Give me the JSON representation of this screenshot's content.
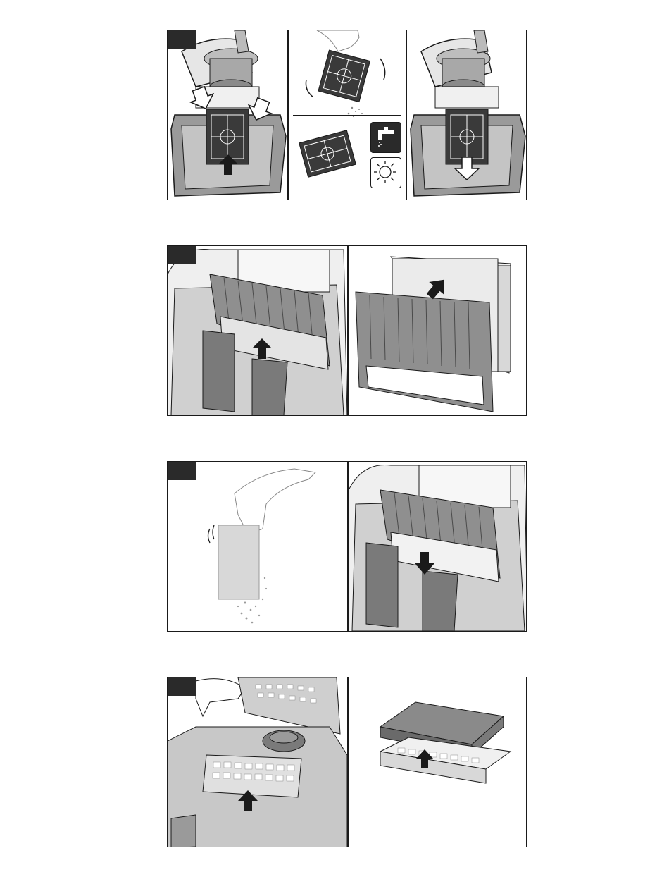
{
  "document": {
    "page_width": 950,
    "page_height": 1244,
    "steps": [
      {
        "id": 1,
        "illustration": "filter-grille-remove-tap-wash-dry-reinsert",
        "icons": [
          "tap-icon",
          "sun-icon"
        ]
      },
      {
        "id": 2,
        "illustration": "motor-protection-filter-remove"
      },
      {
        "id": 3,
        "illustration": "filter-tap-out-reinsert"
      },
      {
        "id": 4,
        "illustration": "hepa-filter-remove"
      }
    ],
    "colors": {
      "ink": "#1a1a1a",
      "badge": "#2a2a2a",
      "body_grey": "#9a9a9a",
      "light_grey": "#d9d9d9"
    }
  }
}
